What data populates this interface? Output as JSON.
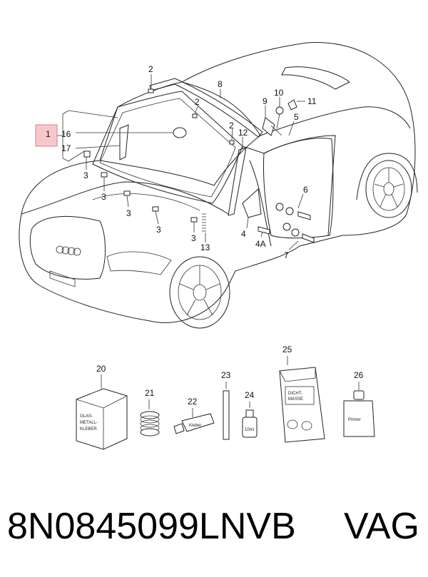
{
  "callouts": {
    "c1": "1",
    "c2a": "2",
    "c2b": "2",
    "c2c": "2",
    "c3a": "3",
    "c3b": "3",
    "c3c": "3",
    "c3d": "3",
    "c3e": "3",
    "c4": "4",
    "c4a": "4A",
    "c5": "5",
    "c6": "6",
    "c7": "7",
    "c8": "8",
    "c9": "9",
    "c10": "10",
    "c11": "11",
    "c12": "12",
    "c13": "13",
    "c16": "16",
    "c17": "17",
    "c20": "20",
    "c21": "21",
    "c22": "22",
    "c23": "23",
    "c24": "24",
    "c25": "25",
    "c26": "26"
  },
  "product_labels": {
    "box20": [
      "GLAS-",
      "METALL-",
      "KLEBER"
    ],
    "tube22": "Kleber",
    "bottle24": "10ml",
    "pack25": [
      "DICHT-",
      "MASSE"
    ],
    "bottle26": "Primer"
  },
  "colors": {
    "highlight": "#f6c8cc",
    "line": "#222222"
  },
  "footer": {
    "part_number": "8N0845099LNVB",
    "brand": "VAG"
  }
}
